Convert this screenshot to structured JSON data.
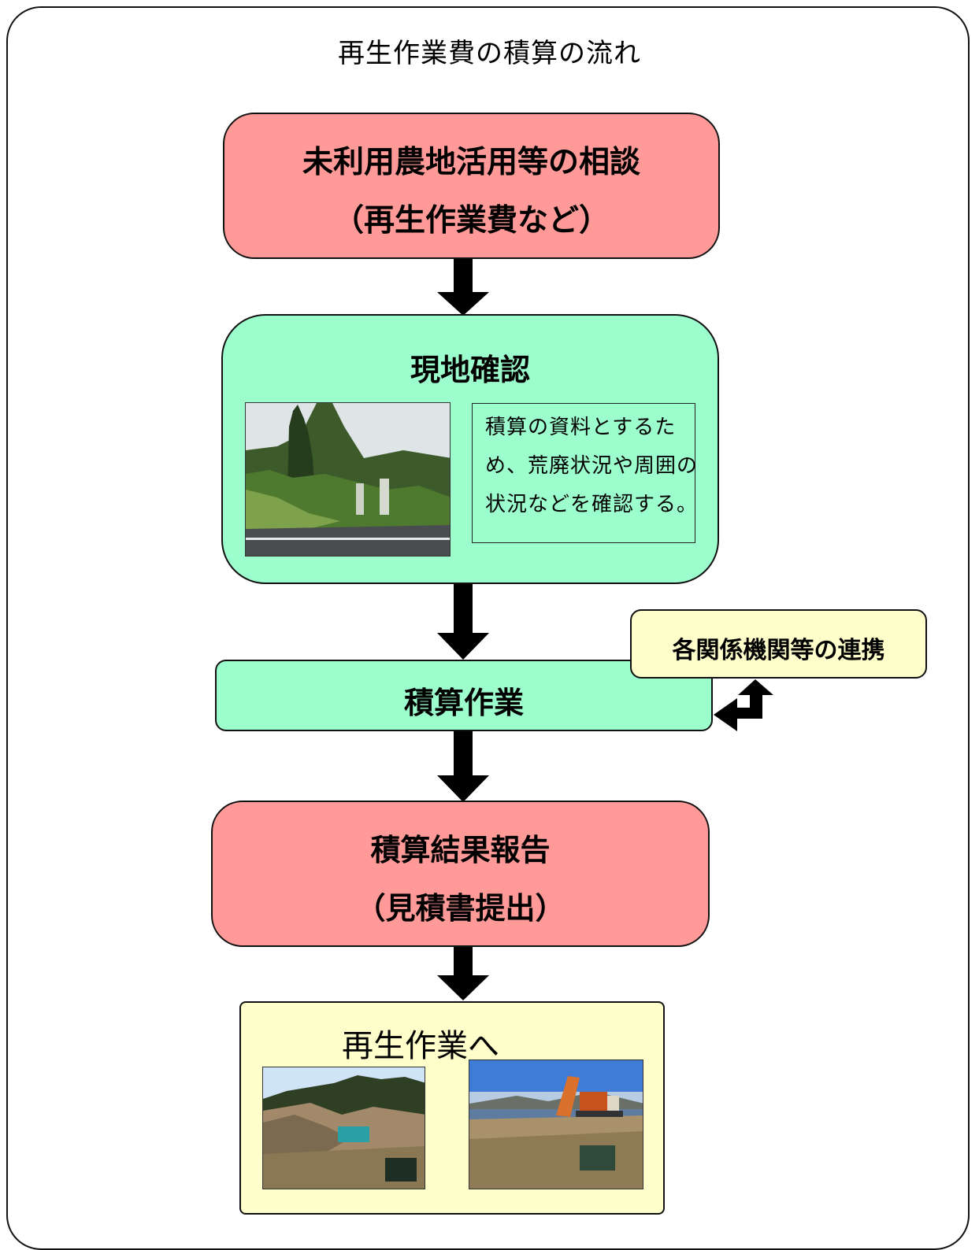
{
  "title": "再生作業費の積算の流れ",
  "steps": {
    "consult": {
      "line1": "未利用農地活用等の相談",
      "line2": "（再生作業費など）",
      "color": "#ff9a99"
    },
    "survey": {
      "label": "現地確認",
      "color": "#9dfecd",
      "note": [
        "積算の資料とするた",
        "め、荒廃状況や周囲の",
        "状況などを確認する。"
      ]
    },
    "estimate": {
      "label": "積算作業",
      "color": "#9dfecd"
    },
    "liaison": {
      "label": "各関係機関等の連携",
      "color": "#ffffcc"
    },
    "report": {
      "line1": "積算結果報告",
      "line2": "（見積書提出）",
      "color": "#ff9a99"
    },
    "work": {
      "label": "再生作業へ",
      "color": "#ffffcc"
    }
  },
  "icons": [
    "down-arrow-icon",
    "bidirectional-arrow-icon"
  ]
}
